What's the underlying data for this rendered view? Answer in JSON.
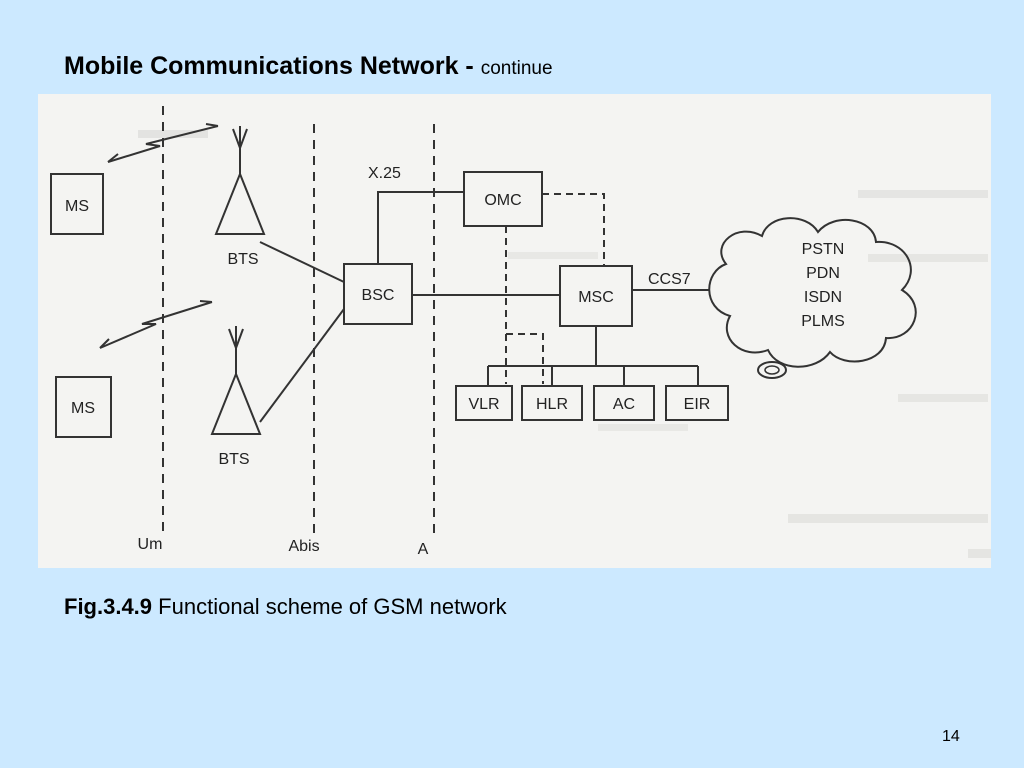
{
  "slide": {
    "title_bold": "Mobile Communications Network -",
    "title_light": "continue",
    "caption_number": "Fig.3.4.9",
    "caption_text": "Functional scheme of GSM network",
    "page_number": "14"
  },
  "diagram": {
    "ms_top": "MS",
    "ms_bottom": "MS",
    "bts_top": "BTS",
    "bts_bottom": "BTS",
    "bsc": "BSC",
    "omc": "OMC",
    "msc": "MSC",
    "x25": "X.25",
    "ccs7": "CCS7",
    "vlr": "VLR",
    "hlr": "HLR",
    "ac": "AC",
    "eir": "EIR",
    "networks": [
      "PSTN",
      "PDN",
      "ISDN",
      "PLMS"
    ],
    "interfaces": {
      "um": "Um",
      "abis": "Abis",
      "a": "A"
    }
  }
}
